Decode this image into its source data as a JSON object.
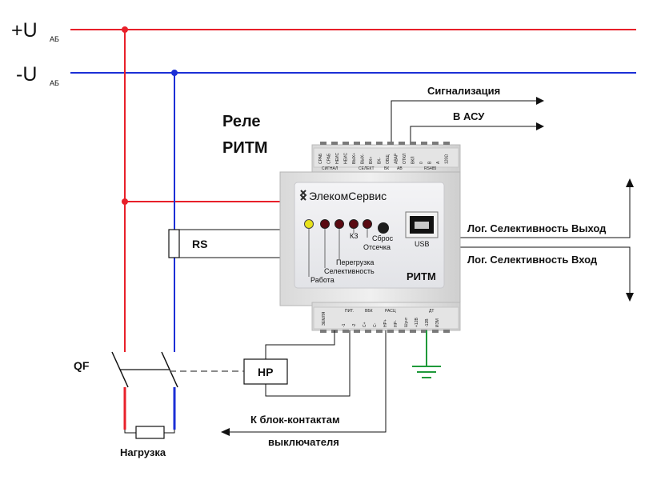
{
  "rails": {
    "pos_label": "+U",
    "neg_label": "-U",
    "subscript": "АБ",
    "pos_color": "#e8202a",
    "neg_color": "#1b2fd6"
  },
  "title": {
    "line1": "Реле",
    "line2": "РИТМ"
  },
  "outputs": {
    "signal": "Сигнализация",
    "asu": "В АСУ"
  },
  "selectivity": {
    "out_label": "Лог. Селективность Выход",
    "in_label": "Лог. Селективность Вход"
  },
  "device": {
    "brand": "ЭлекомСервис",
    "model": "РИТМ",
    "usb_label": "USB",
    "reset_label": "Сброс",
    "cutoff_label": "Отсечка",
    "led_labels": [
      "Работа",
      "Селективность",
      "Перегрузка",
      "КЗ"
    ],
    "led_colors": [
      "#e8e21a",
      "#5a0a12",
      "#5a0a12",
      "#5a0a12",
      "#5a0a12"
    ],
    "top_terminal_groups": [
      "СИГНАЛ",
      "СЕЛЕКТ",
      "БК",
      "АВ",
      "RS485"
    ],
    "top_terminal_pins": [
      "СРАБ",
      "СРАБ",
      "НЕИС",
      "НЕИС",
      "ВЫХ+",
      "ВЫХ-",
      "ВХ+",
      "ВХ-",
      "ОБЩ",
      "АВАР",
      "ОТКЛ",
      "ВКЛ",
      "0",
      "B",
      "A",
      "120Ω"
    ],
    "bottom_terminal_groups": [
      "ЗЕМЛЯ",
      "ПИТ.",
      "ВБК",
      "РАСЦ",
      "ДТ"
    ],
    "bottom_terminal_pins": [
      "-1",
      "-2",
      "C+",
      "C-",
      "НР+",
      "НР-",
      "Шунт",
      "+12В",
      "-12В",
      "ИЗМ"
    ]
  },
  "components": {
    "rs": "RS",
    "hr": "НР",
    "qf": "QF",
    "load": "Нагрузка"
  },
  "bk_note": {
    "line1": "К блок-контактам",
    "line2": "выключателя"
  }
}
